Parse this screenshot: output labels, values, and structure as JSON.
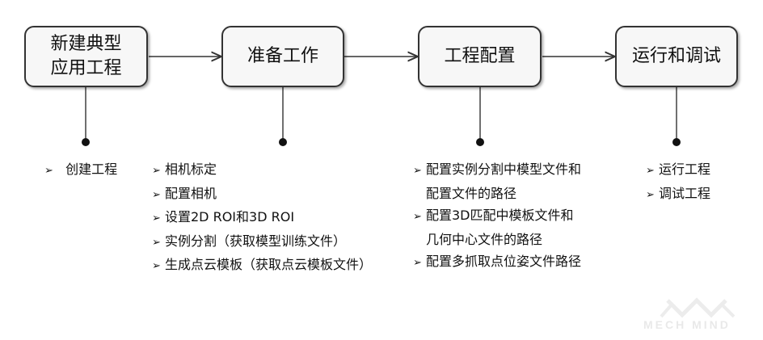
{
  "steps": [
    {
      "line1": "新建典型",
      "line2": "应用工程"
    },
    {
      "line1": "准备工作"
    },
    {
      "line1": "工程配置"
    },
    {
      "line1": "运行和调试"
    }
  ],
  "bullet_symbol": "➢",
  "lists": [
    {
      "items": [
        {
          "text": "创建工程"
        }
      ]
    },
    {
      "items": [
        {
          "text": "相机标定"
        },
        {
          "text": "配置相机"
        },
        {
          "text": "设置2D ROI和3D ROI"
        },
        {
          "text": "实例分割（获取模型训练文件）"
        },
        {
          "text": "生成点云模板（获取点云模板文件）"
        }
      ]
    },
    {
      "items": [
        {
          "text": "配置实例分割中模型文件和",
          "cont": "配置文件的路径"
        },
        {
          "text": "配置3D匹配中模板文件和",
          "cont": "几何中心文件的路径"
        },
        {
          "text": "配置多抓取点位姿文件路径"
        }
      ]
    },
    {
      "items": [
        {
          "text": "运行工程"
        },
        {
          "text": "调试工程"
        }
      ]
    }
  ],
  "watermark": {
    "text": "MECH MIND"
  },
  "colors": {
    "box_fill": "#f7f7f7",
    "border": "#333333",
    "line": "#333333"
  }
}
